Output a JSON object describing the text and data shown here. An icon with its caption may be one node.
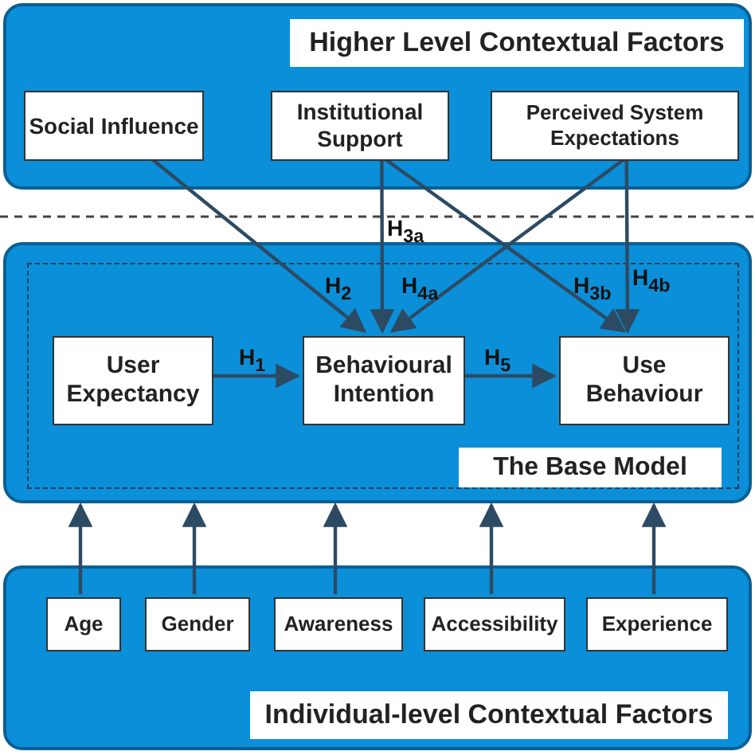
{
  "diagram": {
    "nodes": [
      {
        "text": [
          "Higher Level Contextual Factors"
        ]
      },
      {
        "text": [
          "Social Influence"
        ],
        "in": 0
      },
      {
        "text": [
          "Institutional Support"
        ],
        "in": 0
      },
      {
        "text": [
          "Perceived System Expectations"
        ],
        "in": 0
      },
      {
        "text": [],
        "shape": "box"
      },
      {
        "text": [
          "The Base Model"
        ],
        "in": 4
      },
      {
        "text": [
          "User Expectancy"
        ],
        "in": 5
      },
      {
        "text": [
          "Behavioural Intention"
        ],
        "in": 5
      },
      {
        "text": [
          "Use Behaviour"
        ],
        "in": 5
      },
      {
        "text": [
          "Individual-level Contextual Factors"
        ]
      },
      {
        "text": [
          "Age"
        ],
        "in": 9
      },
      {
        "text": [
          "Gender"
        ],
        "in": 9
      },
      {
        "text": [
          "Awareness"
        ],
        "in": 9
      },
      {
        "text": [
          "Accessibility"
        ],
        "in": 9
      },
      {
        "text": [
          "Experience"
        ],
        "in": 9
      }
    ],
    "edges": [
      {
        "from": 6,
        "to": 7,
        "arrow": "to",
        "label": "H$_{1}$"
      },
      {
        "from": 1,
        "to": 7,
        "arrow": "to",
        "label": "H$_{2}$"
      },
      {
        "from": 2,
        "to": 7,
        "arrow": "to",
        "label": "H$_{3a}$"
      },
      {
        "from": 2,
        "to": 8,
        "arrow": "to",
        "label": "H$_{3b}$"
      },
      {
        "from": 3,
        "to": 7,
        "arrow": "to",
        "label": "H$_{4a}$"
      },
      {
        "from": 3,
        "to": 8,
        "arrow": "to",
        "label": "H$_{4b}$"
      },
      {
        "from": 7,
        "to": 8,
        "arrow": "to",
        "label": "H$_{5}$"
      },
      {
        "from": 10,
        "to": 4,
        "arrow": "to"
      },
      {
        "from": 11,
        "to": 4,
        "arrow": "to"
      },
      {
        "from": 12,
        "to": 4,
        "arrow": "to"
      },
      {
        "from": 13,
        "to": 4,
        "arrow": "to"
      },
      {
        "from": 14,
        "to": 4,
        "arrow": "to"
      }
    ]
  }
}
